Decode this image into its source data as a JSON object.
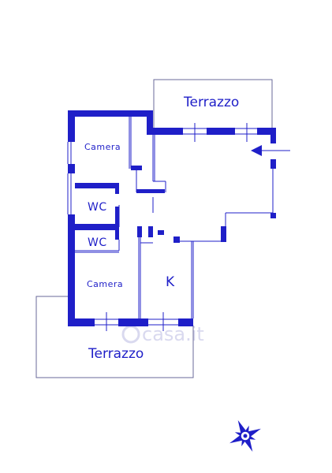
{
  "plan": {
    "rooms": {
      "terrace_top": "Terrazzo",
      "terrace_bottom": "Terrazzo",
      "bedroom_top": "Camera",
      "bedroom_bottom": "Camera",
      "wc_upper": "WC",
      "wc_lower": "WC",
      "kitchen": "K"
    },
    "watermark": "casa.it"
  },
  "colors": {
    "wall": "#1f1fc8",
    "outline": "#6a6a9a",
    "background": "#ffffff"
  },
  "icons": {
    "entrance": "arrow-left-icon",
    "compass": "compass-rose-icon"
  }
}
